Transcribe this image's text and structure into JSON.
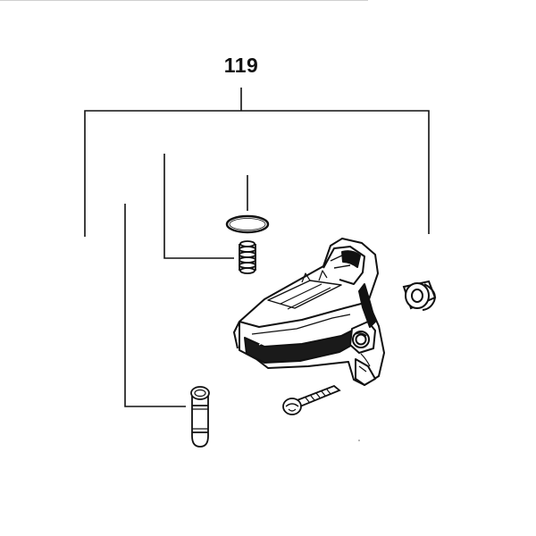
{
  "diagram": {
    "assembly_number": "119",
    "line_color": "#111111",
    "fill_color": "#ffffff",
    "shade_color": "#1a1a1a",
    "parts": [
      "leader-bracket",
      "o-ring",
      "compression-spring",
      "housing-cover",
      "bearing",
      "screw",
      "pin"
    ]
  }
}
